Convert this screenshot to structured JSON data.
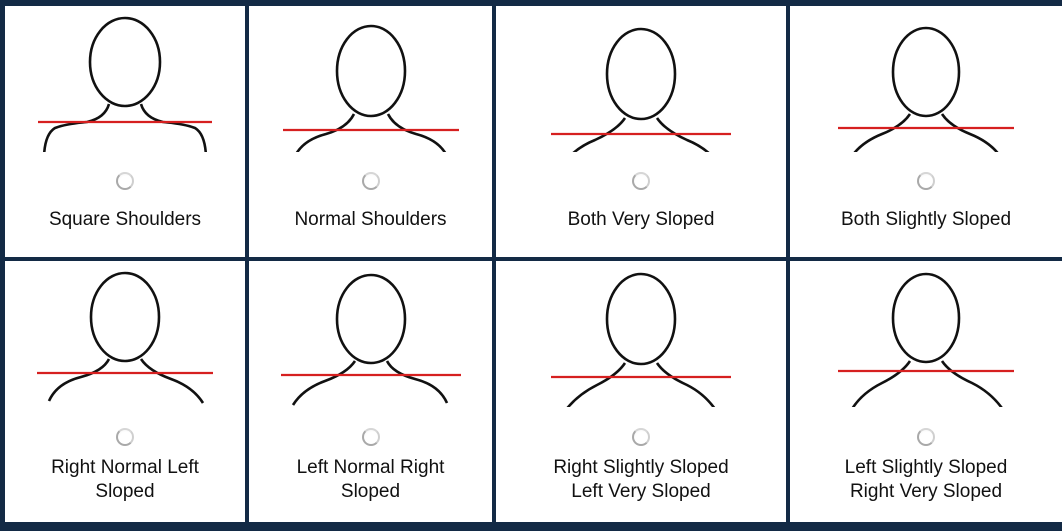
{
  "options": [
    {
      "label": "Square Shoulders"
    },
    {
      "label": "Normal Shoulders"
    },
    {
      "label": "Both Very Sloped"
    },
    {
      "label": "Both Slightly Sloped"
    },
    {
      "label": "Right Normal Left\nSloped"
    },
    {
      "label": "Left Normal Right\nSloped"
    },
    {
      "label": "Right Slightly Sloped\nLeft Very Sloped"
    },
    {
      "label": "Left Slightly Sloped\nRight Very Sloped"
    }
  ],
  "colors": {
    "frame": "#132a45",
    "reference_line": "#d62020",
    "outline": "#111111",
    "radio_border": "#a9a9a9"
  },
  "icons": {
    "figure": "head-and-shoulders-outline",
    "radio": "radio-button-unselected"
  }
}
